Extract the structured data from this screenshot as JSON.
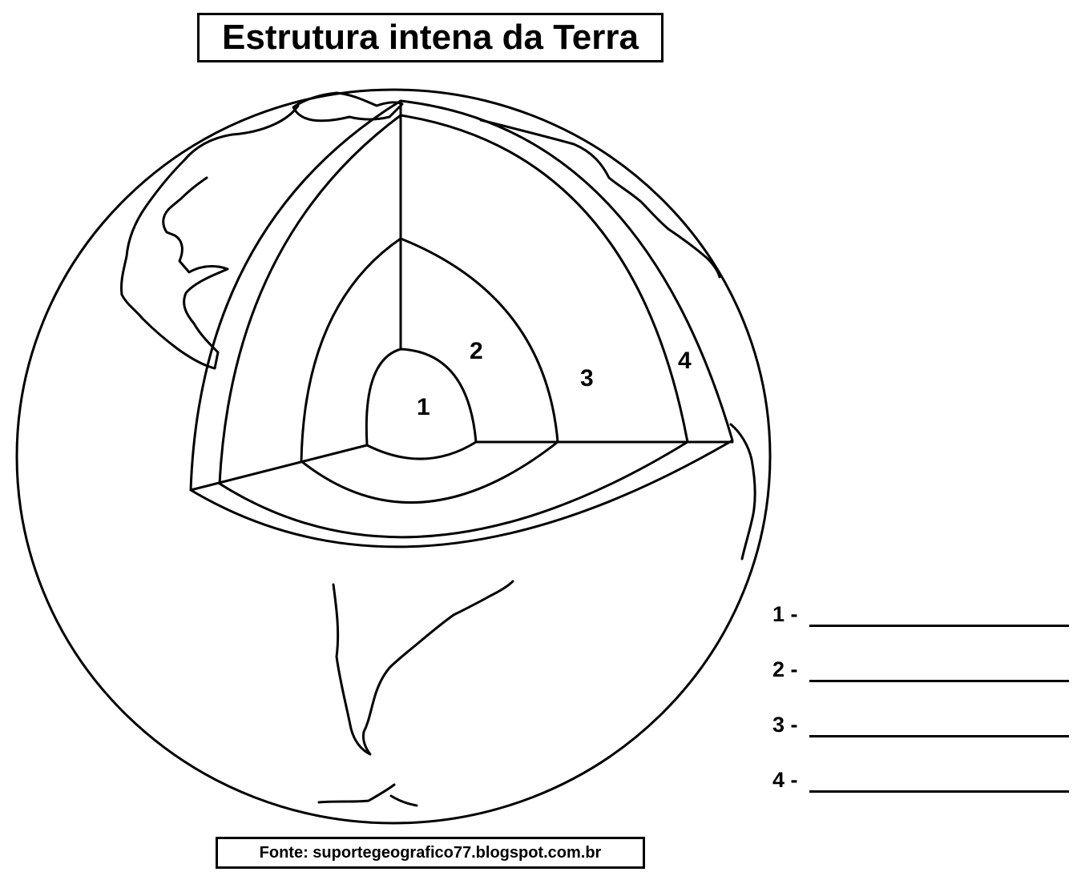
{
  "title": "Estrutura intena da Terra",
  "layers": [
    {
      "number": "1"
    },
    {
      "number": "2"
    },
    {
      "number": "3"
    },
    {
      "number": "4"
    }
  ],
  "answers": [
    {
      "label": "1 -"
    },
    {
      "label": "2 -"
    },
    {
      "label": "3 -"
    },
    {
      "label": "4 -"
    }
  ],
  "source": "Fonte: suportegeografico77.blogspot.com.br",
  "colors": {
    "ink": "#000000",
    "paper": "#ffffff"
  }
}
